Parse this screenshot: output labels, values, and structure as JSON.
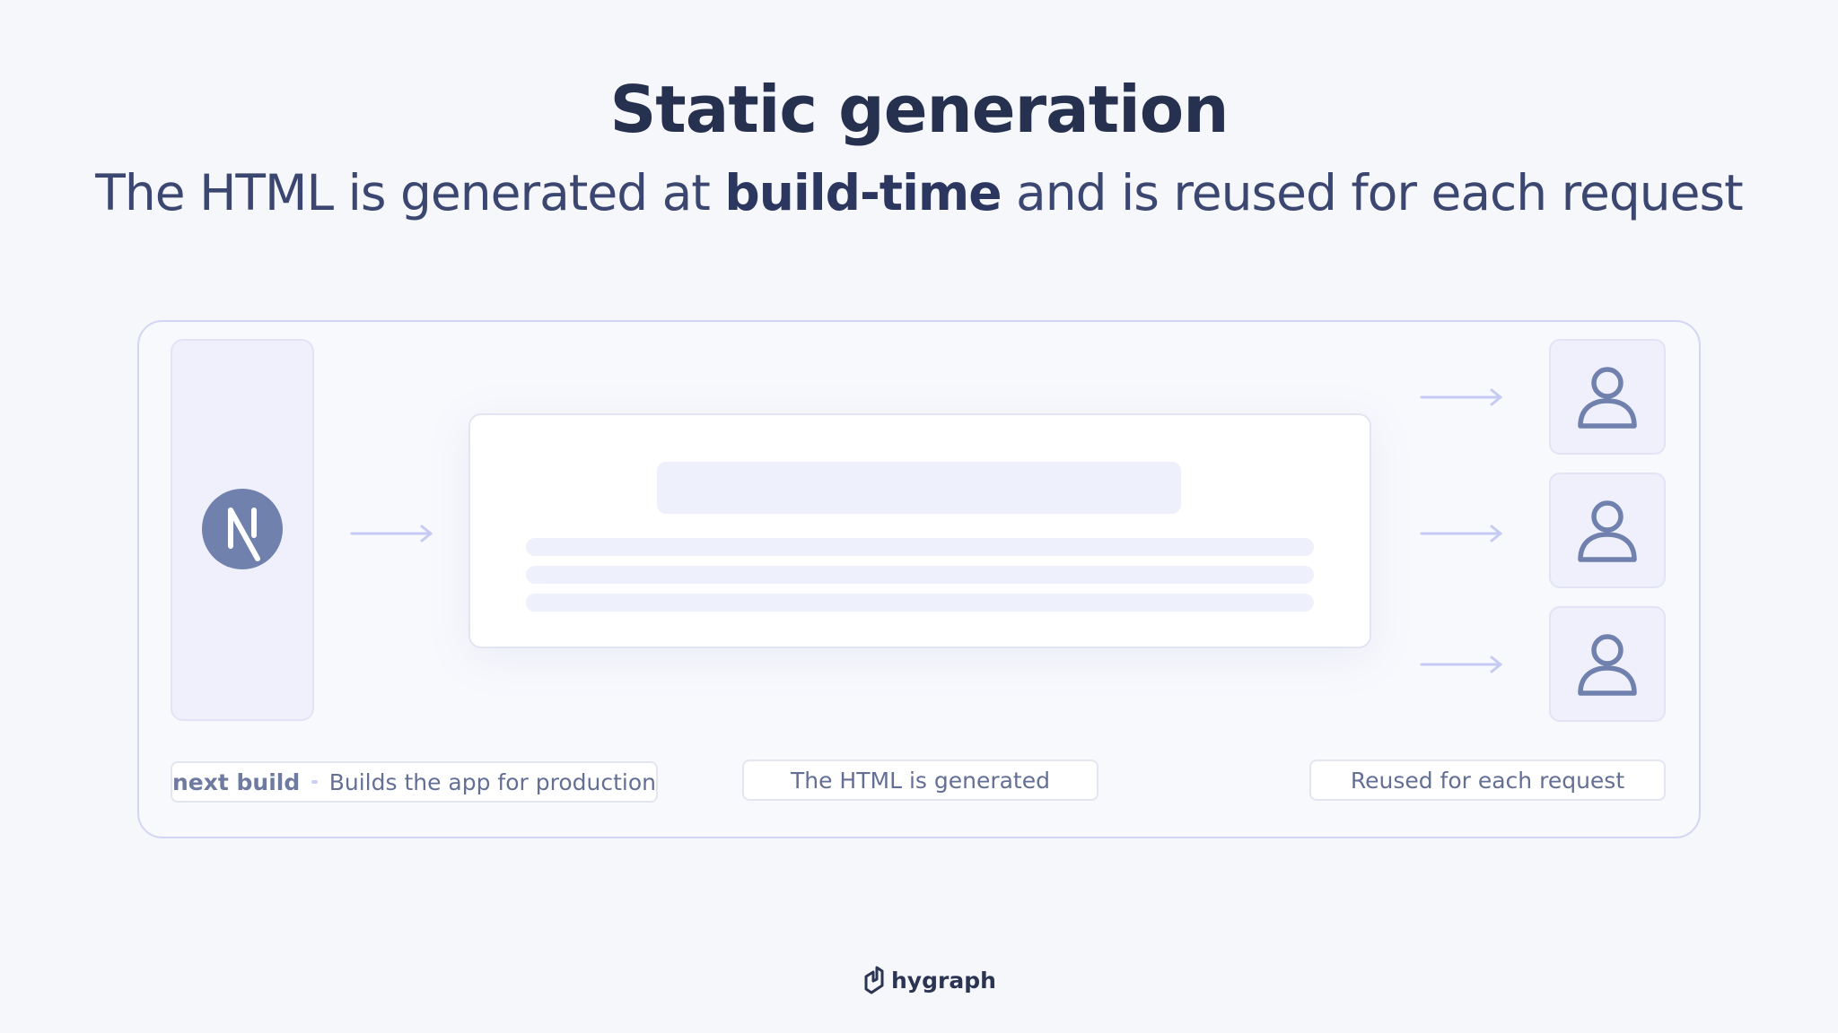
{
  "header": {
    "title": "Static generation",
    "subtitle_before": "The HTML is generated at ",
    "subtitle_bold": "build-time",
    "subtitle_after": " and is reused for each request"
  },
  "labels": {
    "build_command": "next build",
    "build_description": "Builds the app for production",
    "html_generated": "The HTML is generated",
    "reused": "Reused for each request"
  },
  "icons": {
    "framework_logo": "nextjs-logo-icon",
    "user": "user-icon",
    "arrow": "arrow-right-icon",
    "brand_logo": "hygraph-logo-icon"
  },
  "colors": {
    "background": "#f6f7fa",
    "accent": "#7081ad",
    "arrow": "#c5cbf3",
    "placeholder": "#eef0fc"
  },
  "brand": {
    "name": "hygraph"
  }
}
